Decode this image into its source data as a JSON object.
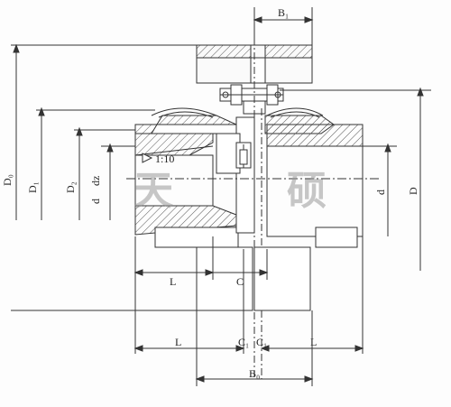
{
  "labels": {
    "B1": "B₁",
    "D0": "D₀",
    "D1": "D₁",
    "D2": "D₂",
    "d": "d",
    "dz": "dz",
    "d_right": "d",
    "D": "D",
    "taper": "1:10",
    "L_upper": "L",
    "C": "C",
    "L_lower_left": "L",
    "C1_left": "C₁",
    "C1_right": "C₁",
    "L_lower_right": "L",
    "B0": "B₀"
  },
  "watermark": {
    "left": "天",
    "right": "硕"
  },
  "colors": {
    "line": "#333333",
    "hatch": "#555555",
    "watermark": "#9a9a9a"
  }
}
